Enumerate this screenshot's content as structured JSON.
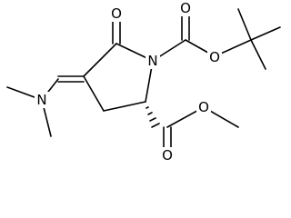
{
  "molecule": {
    "atoms": {
      "n_ring": "N",
      "o_ketone": "O",
      "o_boc_carbonyl": "O",
      "o_boc_ether": "O",
      "n_dimethylamino": "N",
      "o_ester_carbonyl": "O",
      "o_ester_ether": "O"
    },
    "stereo": "hashed-wedge",
    "color": "#000000"
  }
}
